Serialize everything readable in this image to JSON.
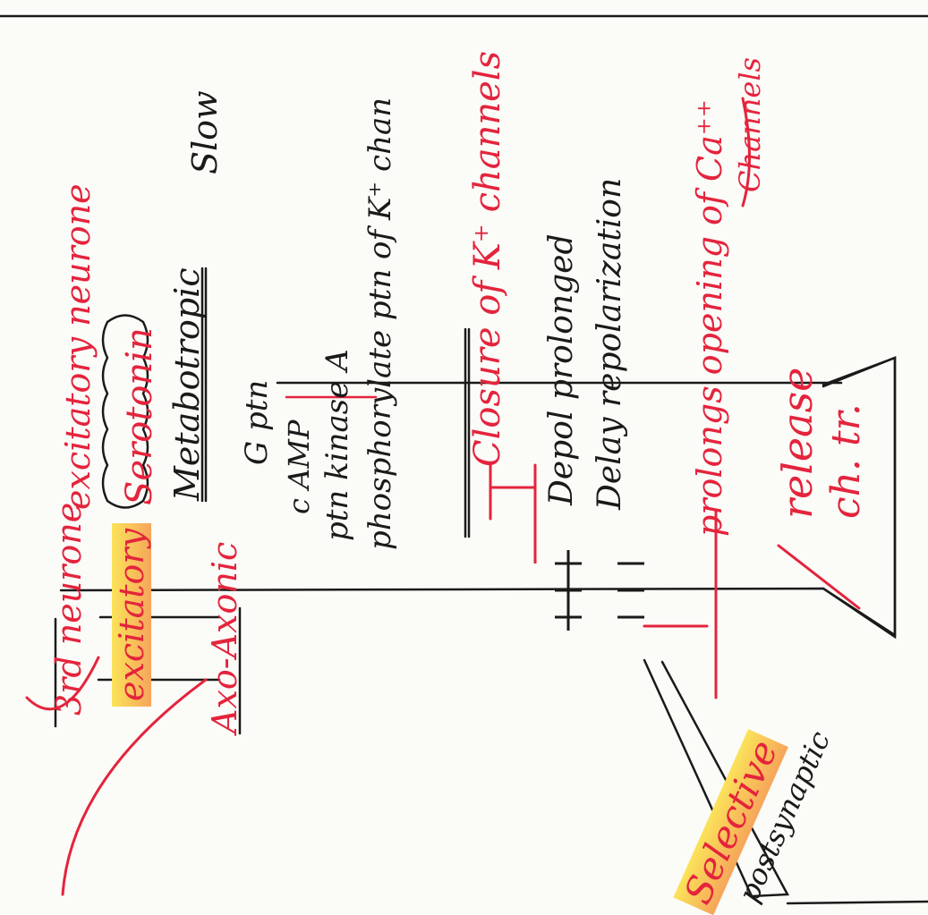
{
  "notes": {
    "neuron3": "3rd neurone",
    "excitatory": "excitatory",
    "axo_axonic": "Axo-Axonic",
    "selective": "Selective",
    "postsynaptic": "postsynaptic",
    "excitatory_neurone": "excitatory neurone",
    "serotonin": "Serotonin",
    "metabotropic": "Metabotropic",
    "slow": "Slow",
    "g_ptn": "G ptn",
    "camp": "c AMP",
    "ptn_kinase": "ptn kinase A",
    "phosphorylate": "phosphorylate ptn of K⁺ chan",
    "closure": "Closure of K⁺ channels",
    "depol": "Depol prolonged",
    "delay": "Delay repolarization",
    "prolongs": "prolongs opening of Ca⁺⁺",
    "channels": "Channels",
    "release": "release",
    "ch_tr": "ch. tr.",
    "plus": "+ + +",
    "minus": "– – –"
  },
  "colors": {
    "red_ink": "#e4243c",
    "black_ink": "#1a1a1a",
    "highlight": "#f8c24a",
    "paper": "#fbfbf8"
  }
}
